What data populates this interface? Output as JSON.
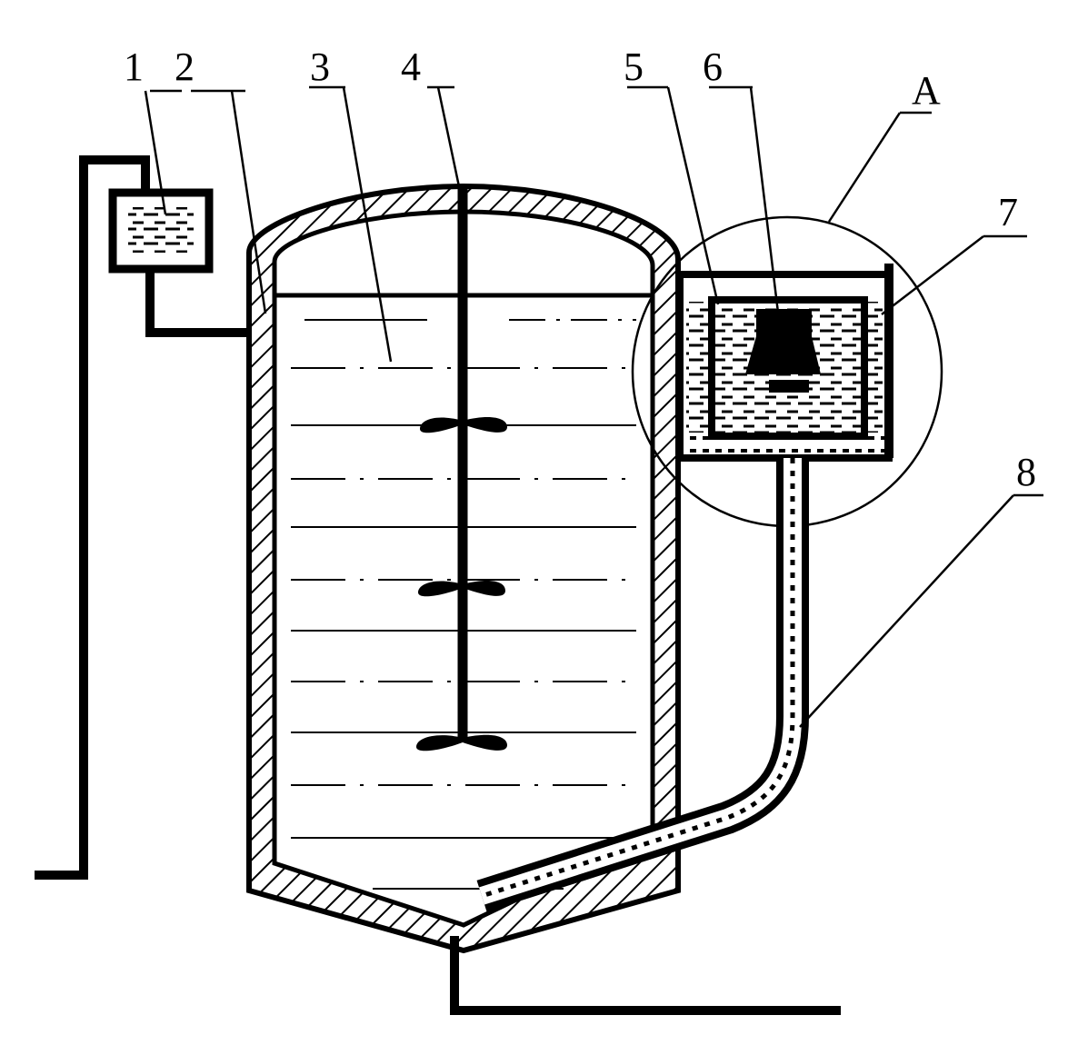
{
  "labels": {
    "l1": "1",
    "l2": "2",
    "l3": "3",
    "l4": "4",
    "l5": "5",
    "l6": "6",
    "l7": "7",
    "l8": "8",
    "lA": "A"
  }
}
